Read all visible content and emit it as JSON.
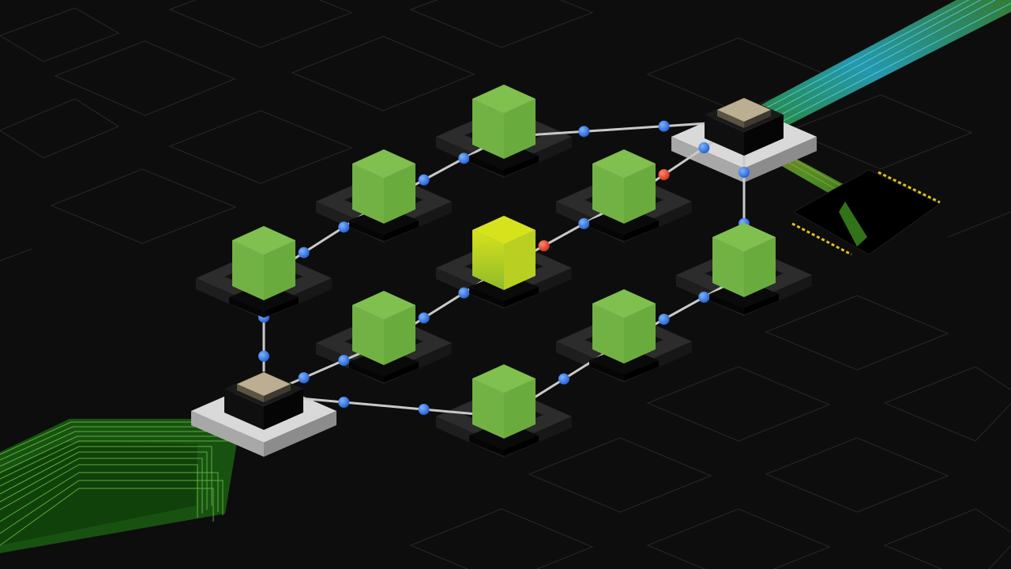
{
  "colors": {
    "background": "#0d0d0d",
    "grid_outline": "#262626",
    "node_green": "#77b94b",
    "node_yellow": "#c8d41c",
    "base_dark": "#2b2b2b",
    "gateway_base": "#dcdcdc",
    "gateway_cap": "#b9ab8e",
    "link": "#c9c9c9",
    "packet_blue": "#1f6fe0",
    "packet_red": "#e2411f",
    "stream_green": "#4caf2a",
    "stream_cyan": "#2ab0c8",
    "hazard": "#e0c21a"
  },
  "nodes": [
    {
      "id": "n1",
      "kind": "cube",
      "state": "normal"
    },
    {
      "id": "n2",
      "kind": "cube",
      "state": "normal"
    },
    {
      "id": "n3",
      "kind": "cube",
      "state": "normal"
    },
    {
      "id": "n4",
      "kind": "cube",
      "state": "normal"
    },
    {
      "id": "n5",
      "kind": "cube",
      "state": "active"
    },
    {
      "id": "n6",
      "kind": "cube",
      "state": "normal"
    },
    {
      "id": "n7",
      "kind": "cube",
      "state": "normal"
    },
    {
      "id": "n8",
      "kind": "cube",
      "state": "normal"
    },
    {
      "id": "n9",
      "kind": "cube",
      "state": "normal"
    },
    {
      "id": "n10",
      "kind": "cube",
      "state": "normal"
    },
    {
      "id": "g1",
      "kind": "gateway",
      "state": "entry"
    },
    {
      "id": "g2",
      "kind": "gateway",
      "state": "exit"
    }
  ],
  "links": [
    {
      "from": "g1",
      "to": "n1",
      "packets": [
        "blue",
        "blue"
      ]
    },
    {
      "from": "n1",
      "to": "n2",
      "packets": [
        "blue",
        "blue"
      ]
    },
    {
      "from": "n2",
      "to": "n3",
      "packets": [
        "blue",
        "blue"
      ]
    },
    {
      "from": "n3",
      "to": "g2",
      "packets": [
        "blue",
        "blue"
      ]
    },
    {
      "from": "g1",
      "to": "n6",
      "packets": [
        "blue",
        "blue"
      ]
    },
    {
      "from": "n6",
      "to": "n5",
      "packets": [
        "blue",
        "blue"
      ]
    },
    {
      "from": "n5",
      "to": "n4",
      "packets": [
        "red",
        "blue"
      ]
    },
    {
      "from": "n4",
      "to": "g2",
      "packets": [
        "red",
        "blue"
      ]
    },
    {
      "from": "g1",
      "to": "n10",
      "packets": [
        "blue",
        "blue"
      ]
    },
    {
      "from": "n10",
      "to": "n9",
      "packets": [
        "blue"
      ]
    },
    {
      "from": "n9",
      "to": "n8",
      "packets": [
        "blue",
        "blue"
      ]
    },
    {
      "from": "n8",
      "to": "n7",
      "packets": [
        "blue",
        "blue"
      ]
    },
    {
      "from": "n7",
      "to": "g2",
      "packets": [
        "blue",
        "blue"
      ]
    }
  ],
  "streams": [
    {
      "id": "input-stream",
      "color": "green"
    },
    {
      "id": "output-stream-blue",
      "color": "cyan"
    },
    {
      "id": "output-stream-green",
      "color": "green"
    }
  ]
}
